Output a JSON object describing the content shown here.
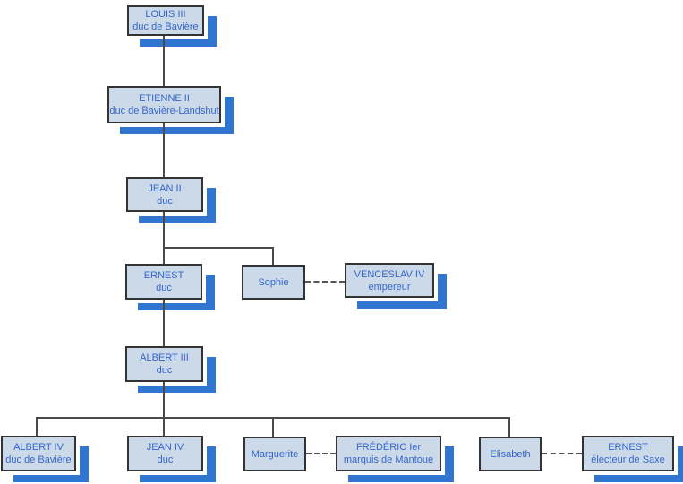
{
  "tree": {
    "background": "#ffffff",
    "colors": {
      "box_fill": "#ccd9e8",
      "box_border": "#333333",
      "box_shadow": "#3075d0",
      "text": "#3366cc",
      "connector": "#4a4a4a",
      "dashed": "#555555"
    },
    "nodes": [
      {
        "id": "louis-iii",
        "name": "LOUIS III",
        "title": "duc de Bavière"
      },
      {
        "id": "etienne-ii",
        "name": "ETIENNE II",
        "title": "duc de Bavière-Landshut"
      },
      {
        "id": "jean-ii",
        "name": "JEAN II",
        "title": "duc"
      },
      {
        "id": "ernest",
        "name": "ERNEST",
        "title": "duc"
      },
      {
        "id": "sophie",
        "name": "Sophie",
        "title": ""
      },
      {
        "id": "venceslav-iv",
        "name": "VENCESLAV IV",
        "title": "empereur"
      },
      {
        "id": "albert-iii",
        "name": "ALBERT III",
        "title": "duc"
      },
      {
        "id": "albert-iv",
        "name": "ALBERT IV",
        "title": "duc de Bavière"
      },
      {
        "id": "jean-iv",
        "name": "JEAN IV",
        "title": "duc"
      },
      {
        "id": "marguerite",
        "name": "Marguerite",
        "title": ""
      },
      {
        "id": "frederic-ier",
        "name": "FRÉDÉRIC Ier",
        "title": "marquis de Mantoue"
      },
      {
        "id": "elisabeth",
        "name": "Elisabeth",
        "title": ""
      },
      {
        "id": "ernest-saxe",
        "name": "ERNEST",
        "title": "électeur de Saxe"
      }
    ]
  }
}
